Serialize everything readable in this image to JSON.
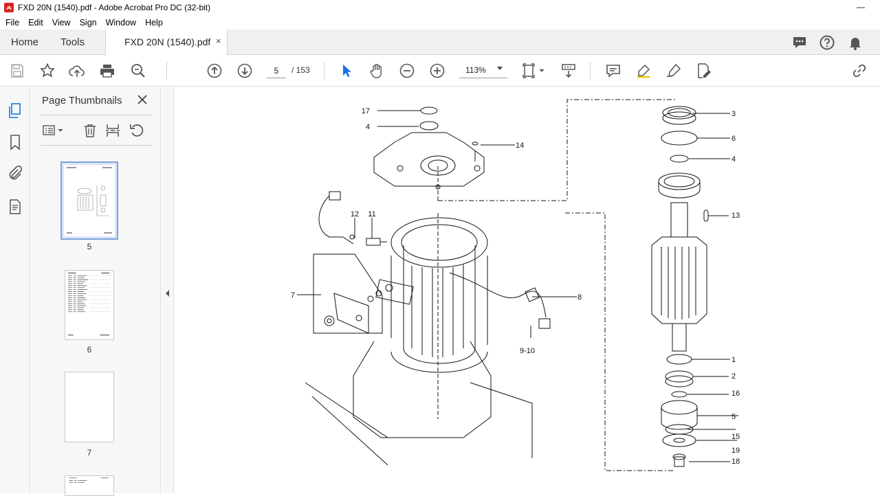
{
  "window": {
    "title": "FXD 20N (1540).pdf - Adobe Acrobat Pro DC (32-bit)",
    "minimize_glyph": "—"
  },
  "menu": [
    "File",
    "Edit",
    "View",
    "Sign",
    "Window",
    "Help"
  ],
  "tabs": {
    "home": "Home",
    "tools": "Tools",
    "document": "FXD 20N (1540).pdf",
    "close_glyph": "×"
  },
  "toolbar": {
    "page_current": "5",
    "page_total": "/ 153",
    "zoom": "113%"
  },
  "panel": {
    "title": "Page Thumbnails",
    "thumbnails": [
      {
        "label": "5",
        "selected": true
      },
      {
        "label": "6",
        "selected": false
      },
      {
        "label": "7",
        "selected": false
      }
    ]
  },
  "drawing": {
    "callouts_left": [
      "17",
      "4",
      "14",
      "12",
      "11",
      "7",
      "8",
      "9-10"
    ],
    "callouts_right": [
      "3",
      "6",
      "4",
      "13",
      "1",
      "2",
      "16",
      "5",
      "15",
      "19",
      "18"
    ]
  },
  "colors": {
    "accent": "#1473e6",
    "icon_gray": "#505050",
    "selected_thumb_border": "#2d6bd6"
  }
}
